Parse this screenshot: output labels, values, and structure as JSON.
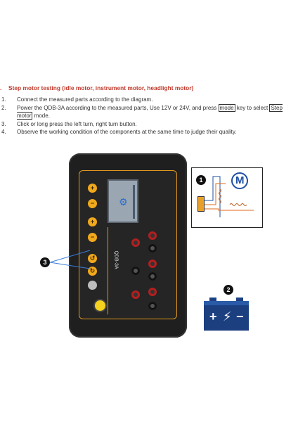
{
  "section": {
    "number": ".",
    "title": "Step motor testing (idle motor, instrument motor, headlight motor)"
  },
  "steps": [
    {
      "n": "1.",
      "text": "Connect the measured parts according to the diagram."
    },
    {
      "n": "2.",
      "pre": "Power the QDB-3A according to the measured parts, Use 12V or 24V, and press ",
      "key": "mode",
      "mid": " key to select ",
      "boxed2": "Step motor",
      "post": " mode."
    },
    {
      "n": "3.",
      "text": "Click or long press the left turn, right turn button."
    },
    {
      "n": "4.",
      "text": "Observe the working condition of the components at the same time to judge their quality."
    }
  ],
  "figure": {
    "device_model": "QDB-3A",
    "motor_letter": "M",
    "callouts": [
      "1",
      "2",
      "3"
    ]
  },
  "battery": {
    "plus": "+",
    "minus": "−",
    "bolt": "⚡"
  },
  "colors": {
    "heading_red": "#c0392b",
    "panel_orange": "#e29a1d",
    "button_yellow": "#f0a81c",
    "battery_blue": "#1c3f80"
  }
}
